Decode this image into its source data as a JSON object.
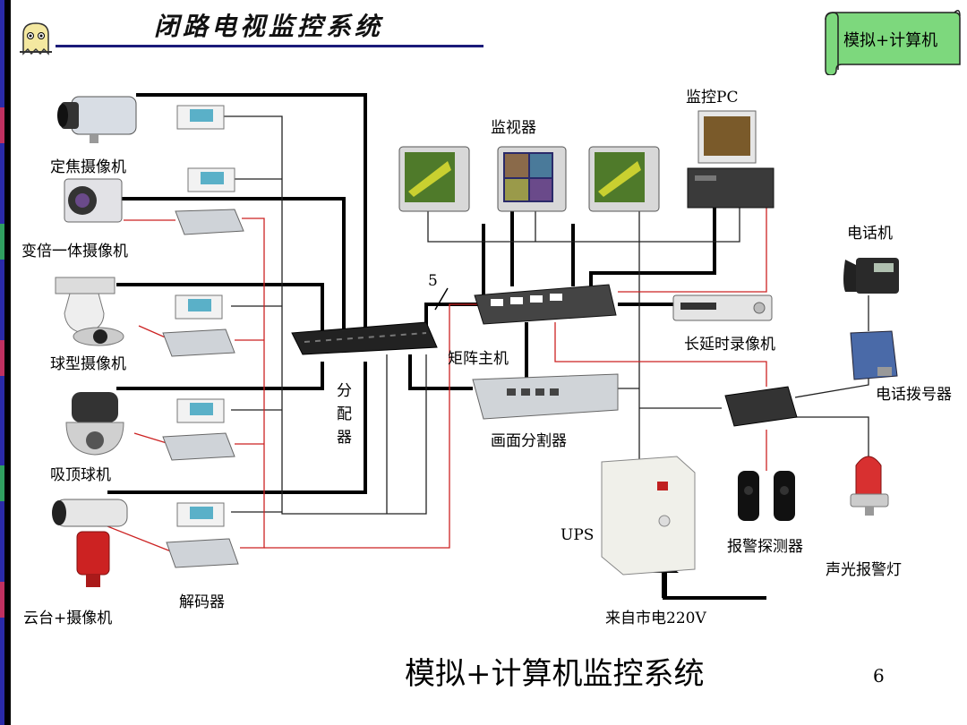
{
  "header": {
    "title": "闭路电视监控系统",
    "scroll_label": "模拟+计算机"
  },
  "footer": {
    "title": "模拟+计算机监控系统",
    "page_number": "6"
  },
  "labels": {
    "fixed_camera": "定焦摄像机",
    "zoom_camera": "变倍一体摄像机",
    "dome_camera": "球型摄像机",
    "ceiling_dome": "吸顶球机",
    "ptz_camera": "云台+摄像机",
    "decoder": "解码器",
    "distributor": "分\n配\n器",
    "monitor": "监视器",
    "monitor_pc": "监控PC",
    "matrix_host": "矩阵主机",
    "matrix_count": "5",
    "vcr": "长延时录像机",
    "splitter": "画面分割器",
    "ups": "UPS",
    "mains": "来自市电220V",
    "phone": "电话机",
    "dialer": "电话拨号器",
    "alarm_detector": "报警探测器",
    "alarm_light": "声光报警灯"
  },
  "colors": {
    "wire_main": "#000000",
    "wire_thin": "#222222",
    "wire_red": "#cc2222",
    "header_rule": "#1b1b7a",
    "scroll_fill": "#7dd87d"
  }
}
